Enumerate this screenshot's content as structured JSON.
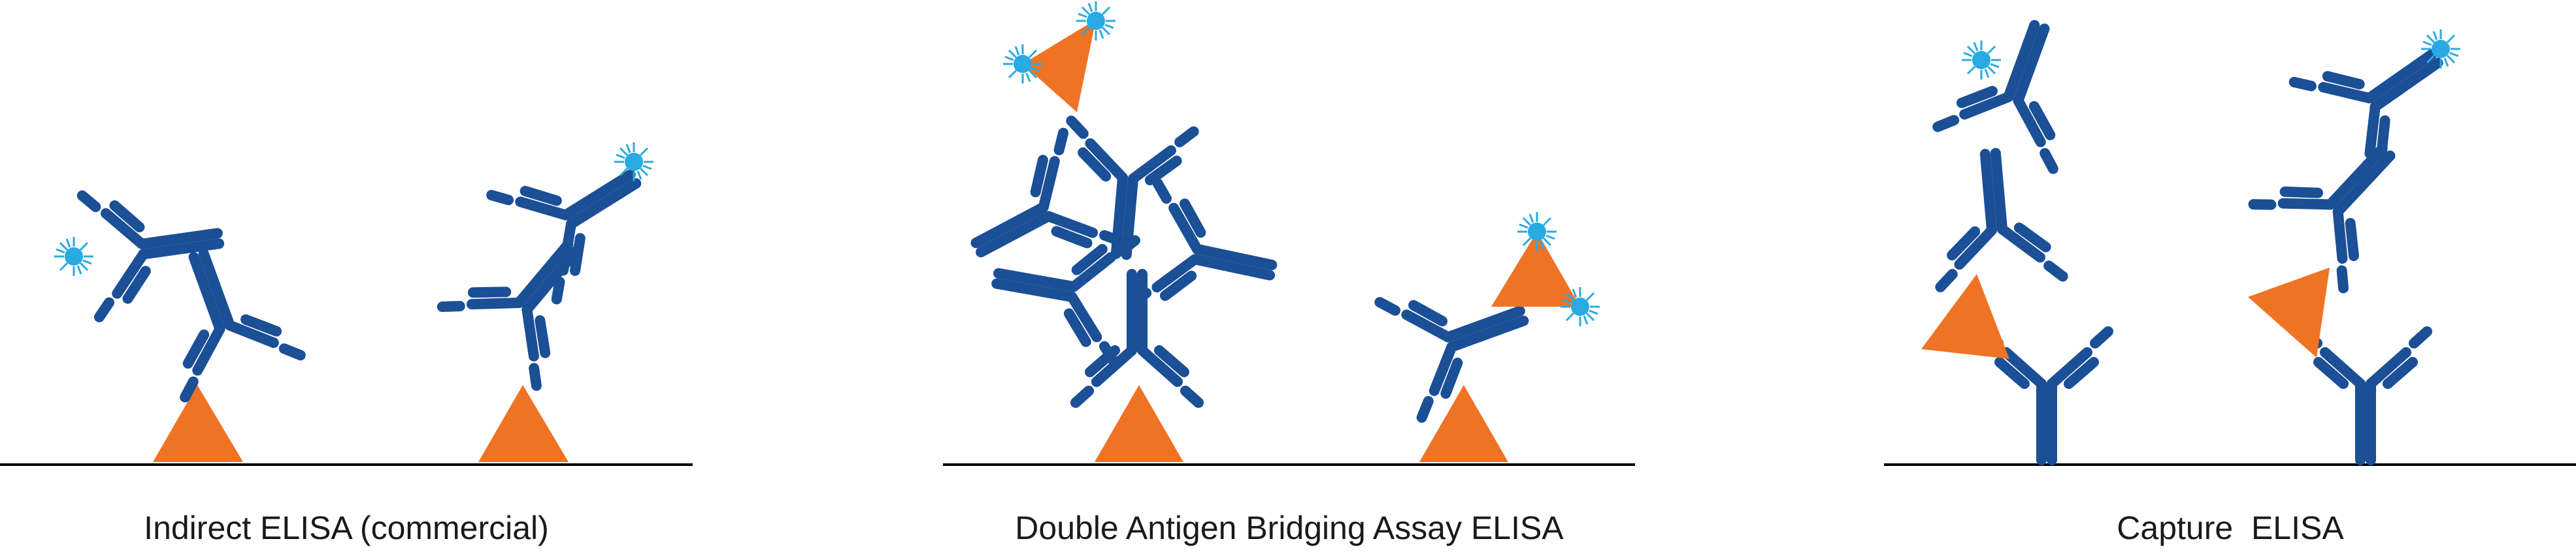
{
  "panels": [
    {
      "caption": "Indirect ELISA (commercial)"
    },
    {
      "caption": "Double Antigen Bridging Assay ELISA"
    },
    {
      "caption": "Capture  ELISA"
    }
  ],
  "colors": {
    "antibody": "#1B4F96",
    "antigen": "#EF7324",
    "label": "#29AAE2",
    "surface": "#000000"
  },
  "icons": [
    "antibody-icon",
    "antigen-icon",
    "detection-label-icon",
    "plate-surface"
  ]
}
